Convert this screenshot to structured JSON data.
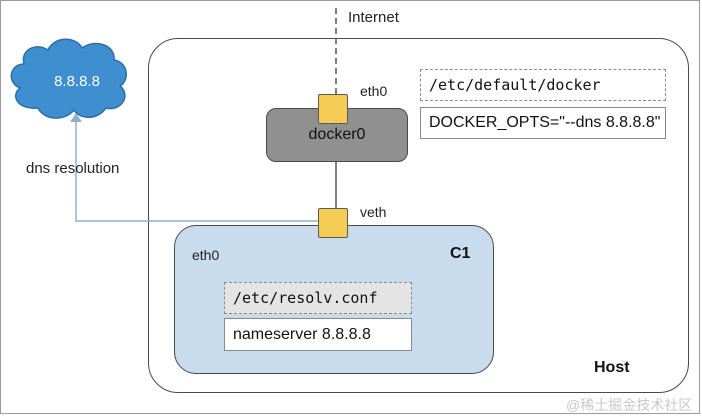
{
  "internet_label": "Internet",
  "cloud": {
    "label": "8.8.8.8",
    "fill_color": "#3e8ed0"
  },
  "dns_resolution_label": "dns resolution",
  "host": {
    "label": "Host"
  },
  "docker0": {
    "label": "docker0",
    "iface_label": "eth0"
  },
  "veth_label": "veth",
  "daemon_config": {
    "path": "/etc/default/docker",
    "value": "DOCKER_OPTS=\"--dns 8.8.8.8\""
  },
  "container": {
    "name": "C1",
    "iface_label": "eth0",
    "config_path": "/etc/resolv.conf",
    "config_value": "nameserver 8.8.8.8",
    "fill_color": "#c9dcee"
  },
  "interface_color": "#f5cd55",
  "watermark": "@稀土掘金技术社区"
}
